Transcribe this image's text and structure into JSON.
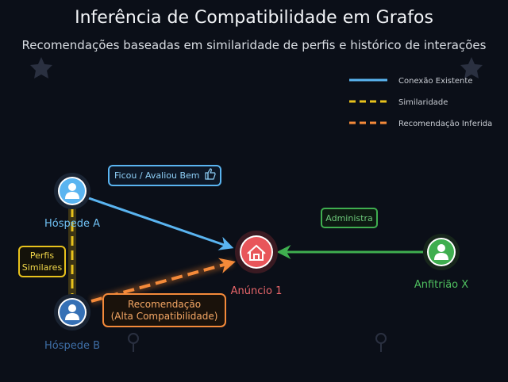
{
  "title": "Inferência de Compatibilidade em Grafos",
  "subtitle": "Recomendações baseadas em similaridade de perfis e histórico de interações",
  "colors": {
    "background": "#0b0f18",
    "existing": "#5ab4f0",
    "similarity": "#e8c21c",
    "inferred": "#f48a3a",
    "admin": "#3fae4f",
    "listing": "#e8555a"
  },
  "legend": [
    {
      "label": "Conexão Existente",
      "style": "solid",
      "color": "#5ab4f0"
    },
    {
      "label": "Similaridade",
      "style": "dashed",
      "color": "#e8c21c"
    },
    {
      "label": "Recomendação Inferida",
      "style": "dashed",
      "color": "#f48a3a"
    }
  ],
  "nodes": {
    "guest_a": {
      "label": "Hóspede A",
      "icon": "user-icon"
    },
    "guest_b": {
      "label": "Hóspede B",
      "icon": "user-icon"
    },
    "listing": {
      "label": "Anúncio 1",
      "icon": "house-icon"
    },
    "host": {
      "label": "Anfitrião X",
      "icon": "user-icon"
    }
  },
  "edges": {
    "stayed": {
      "label": "Ficou / Avaliou Bem",
      "icon": "thumbs-up-icon"
    },
    "manages": {
      "label": "Administra"
    },
    "similar": {
      "line1": "Perfis",
      "line2": "Similares"
    },
    "recommend": {
      "line1": "Recomendação",
      "line2": "(Alta Compatibilidade)"
    }
  }
}
